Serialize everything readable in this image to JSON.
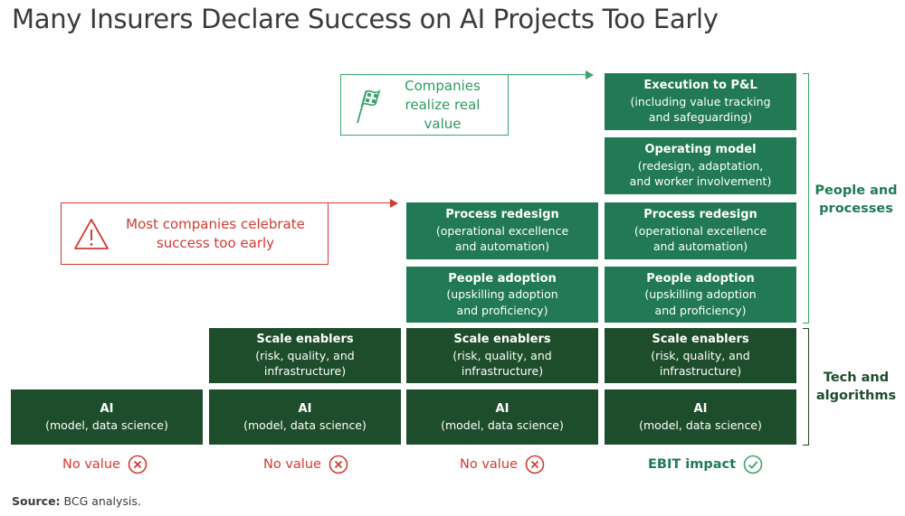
{
  "title": "Many Insurers Declare Success on AI Projects Too Early",
  "callouts": {
    "early": "Most companies celebrate\nsuccess too early",
    "real": "Companies\nrealize real value"
  },
  "blocks": {
    "execution": {
      "title": "Execution to P&L",
      "sub": "(including value tracking\nand safeguarding)"
    },
    "operating": {
      "title": "Operating model",
      "sub": "(redesign, adaptation,\nand worker involvement)"
    },
    "process": {
      "title": "Process redesign",
      "sub": "(operational excellence\nand automation)"
    },
    "people": {
      "title": "People adoption",
      "sub": "(upskilling adoption\nand proficiency)"
    },
    "scale": {
      "title": "Scale enablers",
      "sub": "(risk, quality, and\ninfrastructure)"
    },
    "ai": {
      "title": "AI",
      "sub": "(model, data science)"
    }
  },
  "brackets": {
    "people_processes": "People and\nprocesses",
    "tech_algorithms": "Tech and\nalgorithms"
  },
  "outcomes": [
    "No value",
    "No value",
    "No value",
    "EBIT impact"
  ],
  "source": {
    "label": "Source:",
    "text": " BCG analysis."
  },
  "colors": {
    "dark_green": "#1e4d2b",
    "mid_green": "#217a54",
    "accent_green": "#3aa46a",
    "red": "#d43a33"
  },
  "icons": {
    "warning": "warning-triangle-icon",
    "flag": "checkered-flag-icon",
    "no": "x-circle-icon",
    "yes": "check-circle-icon"
  }
}
